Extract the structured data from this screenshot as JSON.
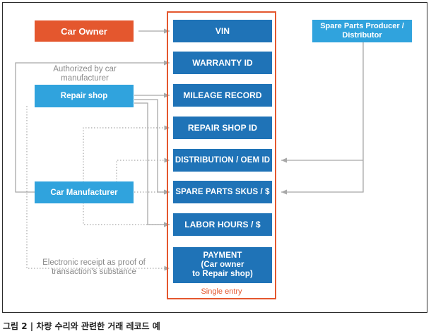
{
  "diagram": {
    "actors": {
      "car_owner": "Car Owner",
      "repair_shop": "Repair shop",
      "car_manufacturer": "Car Manufacturer",
      "spare_parts": "Spare Parts Producer / Distributor"
    },
    "fields": {
      "vin": "VIN",
      "warranty_id": "WARRANTY ID",
      "mileage_record": "MILEAGE RECORD",
      "repair_shop_id": "REPAIR SHOP ID",
      "distribution_oem_id": "DISTRIBUTION / OEM ID",
      "spare_parts_skus": "SPARE PARTS SKUS / $",
      "labor_hours": "LABOR HOURS / $",
      "payment": "PAYMENT\n(Car owner\nto Repair shop)"
    },
    "notes": {
      "authorized": "Authorized by car manufacturer",
      "receipt": "Electronic receipt as proof of transaction's substance"
    },
    "single_entry": "Single entry"
  },
  "caption": "그림 2 | 차량 수리와 관련한 거래 레코드 예",
  "colors": {
    "field_blue": "#1f73b7",
    "actor_light_blue": "#30a3dd",
    "actor_orange": "#e4572e",
    "connector_gray": "#a8a8a8",
    "frame_orange": "#e4572e"
  }
}
